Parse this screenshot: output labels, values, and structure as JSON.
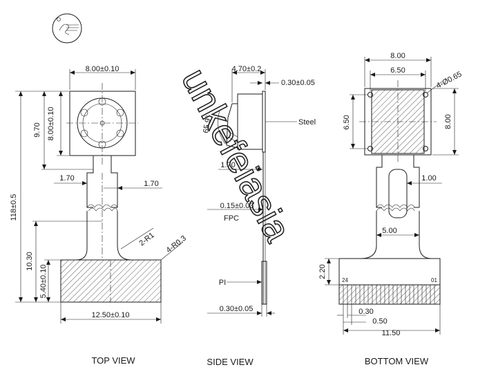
{
  "views": {
    "top": {
      "title": "TOP VIEW",
      "dims": {
        "width": "8.00±0.10",
        "height_inner": "8.00±0.10",
        "height_outer": "9.70",
        "flex_left": "1.70",
        "flex_right": "1.70",
        "total_length": "118±0.5",
        "connector_length": "10.30",
        "connector_height": "5.40±0.10",
        "connector_width": "12.50±0.10",
        "bend_radius": "2-R1",
        "corner_radius": "4-R0.3"
      }
    },
    "side": {
      "title": "SIDE VIEW",
      "dims": {
        "depth": "4.70±0.2",
        "plate": "0.30±0.05",
        "angle": "65.9°",
        "stub": "1.70",
        "fpc_thickness": "0.15±0.03",
        "pi_thickness": "0.30±0.05"
      },
      "labels": {
        "steel": "Steel",
        "fpc": "FPC",
        "pi": "PI"
      }
    },
    "bottom": {
      "title": "BOTTOM VIEW",
      "dims": {
        "width": "8.00",
        "pad_span": "6.50",
        "holes": "4-Ø0.65",
        "pad_span_v": "6.50",
        "height": "8.00",
        "slot": "1.00",
        "flex_width": "5.00",
        "tail": "2.20",
        "pin_pitch": "0.30",
        "pin_width": "0.50",
        "connector_width": "11.50"
      },
      "pins": {
        "first": "24",
        "last": "01"
      }
    }
  },
  "watermark": "unkefeiasia"
}
